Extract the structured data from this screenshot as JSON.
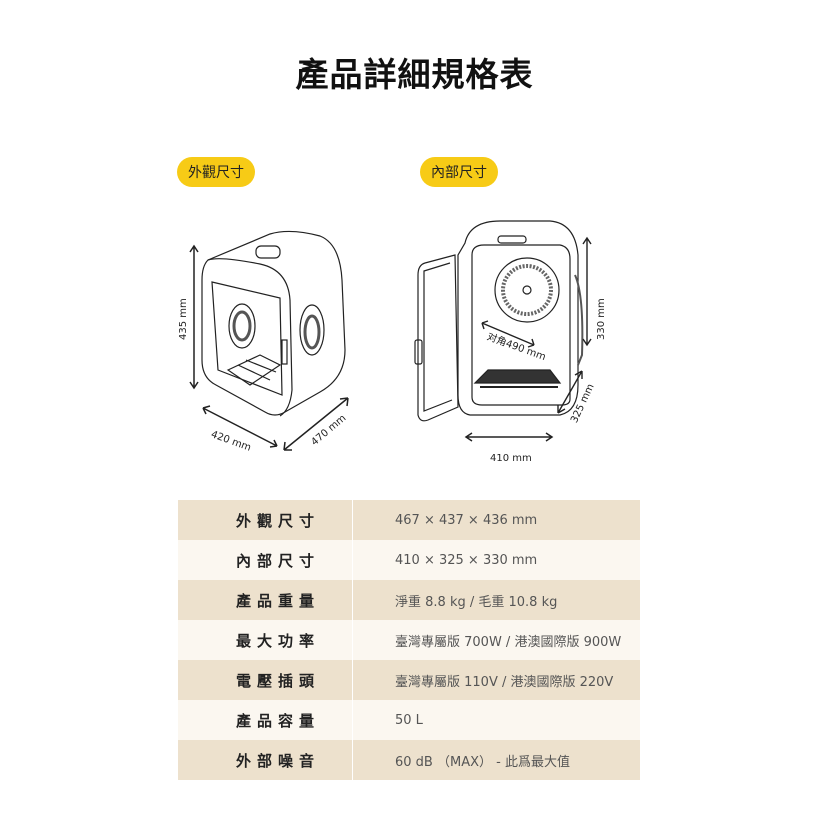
{
  "title": "產品詳細規格表",
  "sections": {
    "exterior": {
      "badge": "外觀尺寸",
      "height": "435 mm",
      "width": "420 mm",
      "depth": "470 mm"
    },
    "interior": {
      "badge": "內部尺寸",
      "height": "330 mm",
      "width": "410 mm",
      "depth": "325 mm",
      "diagonal": "对角490 mm"
    }
  },
  "specs": [
    {
      "label": "外觀尺寸",
      "value": "467 × 437 × 436 mm"
    },
    {
      "label": "內部尺寸",
      "value": "410 × 325 × 330 mm"
    },
    {
      "label": "產品重量",
      "value": "淨重 8.8 kg / 毛重 10.8 kg"
    },
    {
      "label": "最大功率",
      "value": "臺灣專屬版 700W / 港澳國際版 900W"
    },
    {
      "label": "電壓插頭",
      "value": "臺灣專屬版 110V / 港澳國際版 220V"
    },
    {
      "label": "產品容量",
      "value": "50 L"
    },
    {
      "label": "外部噪音",
      "value": "60 dB （MAX） - 此爲最大值"
    }
  ]
}
